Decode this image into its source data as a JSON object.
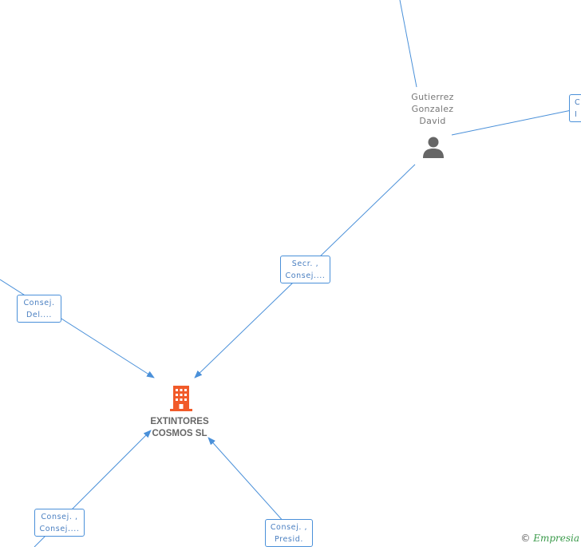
{
  "person": {
    "name_lines": [
      "Gutierrez",
      "Gonzalez",
      "David"
    ]
  },
  "company": {
    "name_lines": [
      "EXTINTORES",
      "COSMOS SL"
    ]
  },
  "edge_labels": {
    "secr": [
      "Secr. ,",
      "Consej...."
    ],
    "consej_del": [
      "Consej.",
      "Del...."
    ],
    "consej_consej": [
      "Consej. ,",
      "Consej...."
    ],
    "consej_presid": [
      "Consej. ,",
      "Presid."
    ],
    "right_partial": [
      "C",
      "I"
    ]
  },
  "watermark": {
    "symbol": "©",
    "brand": "Empresia"
  },
  "colors": {
    "edge": "#4a90d9",
    "company_icon": "#f15a29",
    "person_icon": "#666666"
  }
}
